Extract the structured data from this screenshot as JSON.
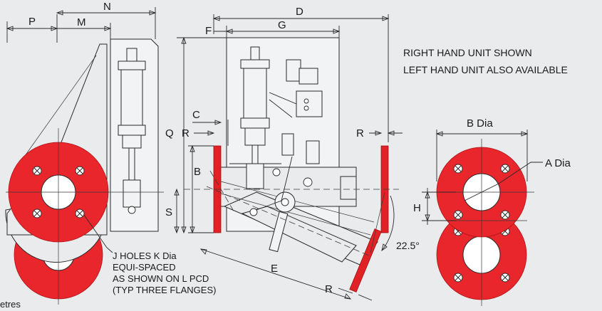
{
  "labels": {
    "P": "P",
    "N": "N",
    "M": "M",
    "D": "D",
    "F": "F",
    "G": "G",
    "C": "C",
    "Q": "Q",
    "R_left": "R",
    "R_right": "R",
    "R_bottom": "R",
    "B": "B",
    "S": "S",
    "E": "E",
    "B_dia": "B Dia",
    "A_dia": "A Dia",
    "H": "H",
    "angle": "22.5°"
  },
  "notes": {
    "right_hand": "RIGHT HAND UNIT SHOWN",
    "left_hand": "LEFT HAND UNIT ALSO AVAILABLE",
    "holes_1": "J HOLES K Dia",
    "holes_2": "EQUI-SPACED",
    "holes_3": "AS SHOWN ON L PCD",
    "holes_4": "(TYP THREE FLANGES)",
    "footer": "etres"
  },
  "colors": {
    "flange": "#e8262b",
    "background": "#e9ebed"
  }
}
